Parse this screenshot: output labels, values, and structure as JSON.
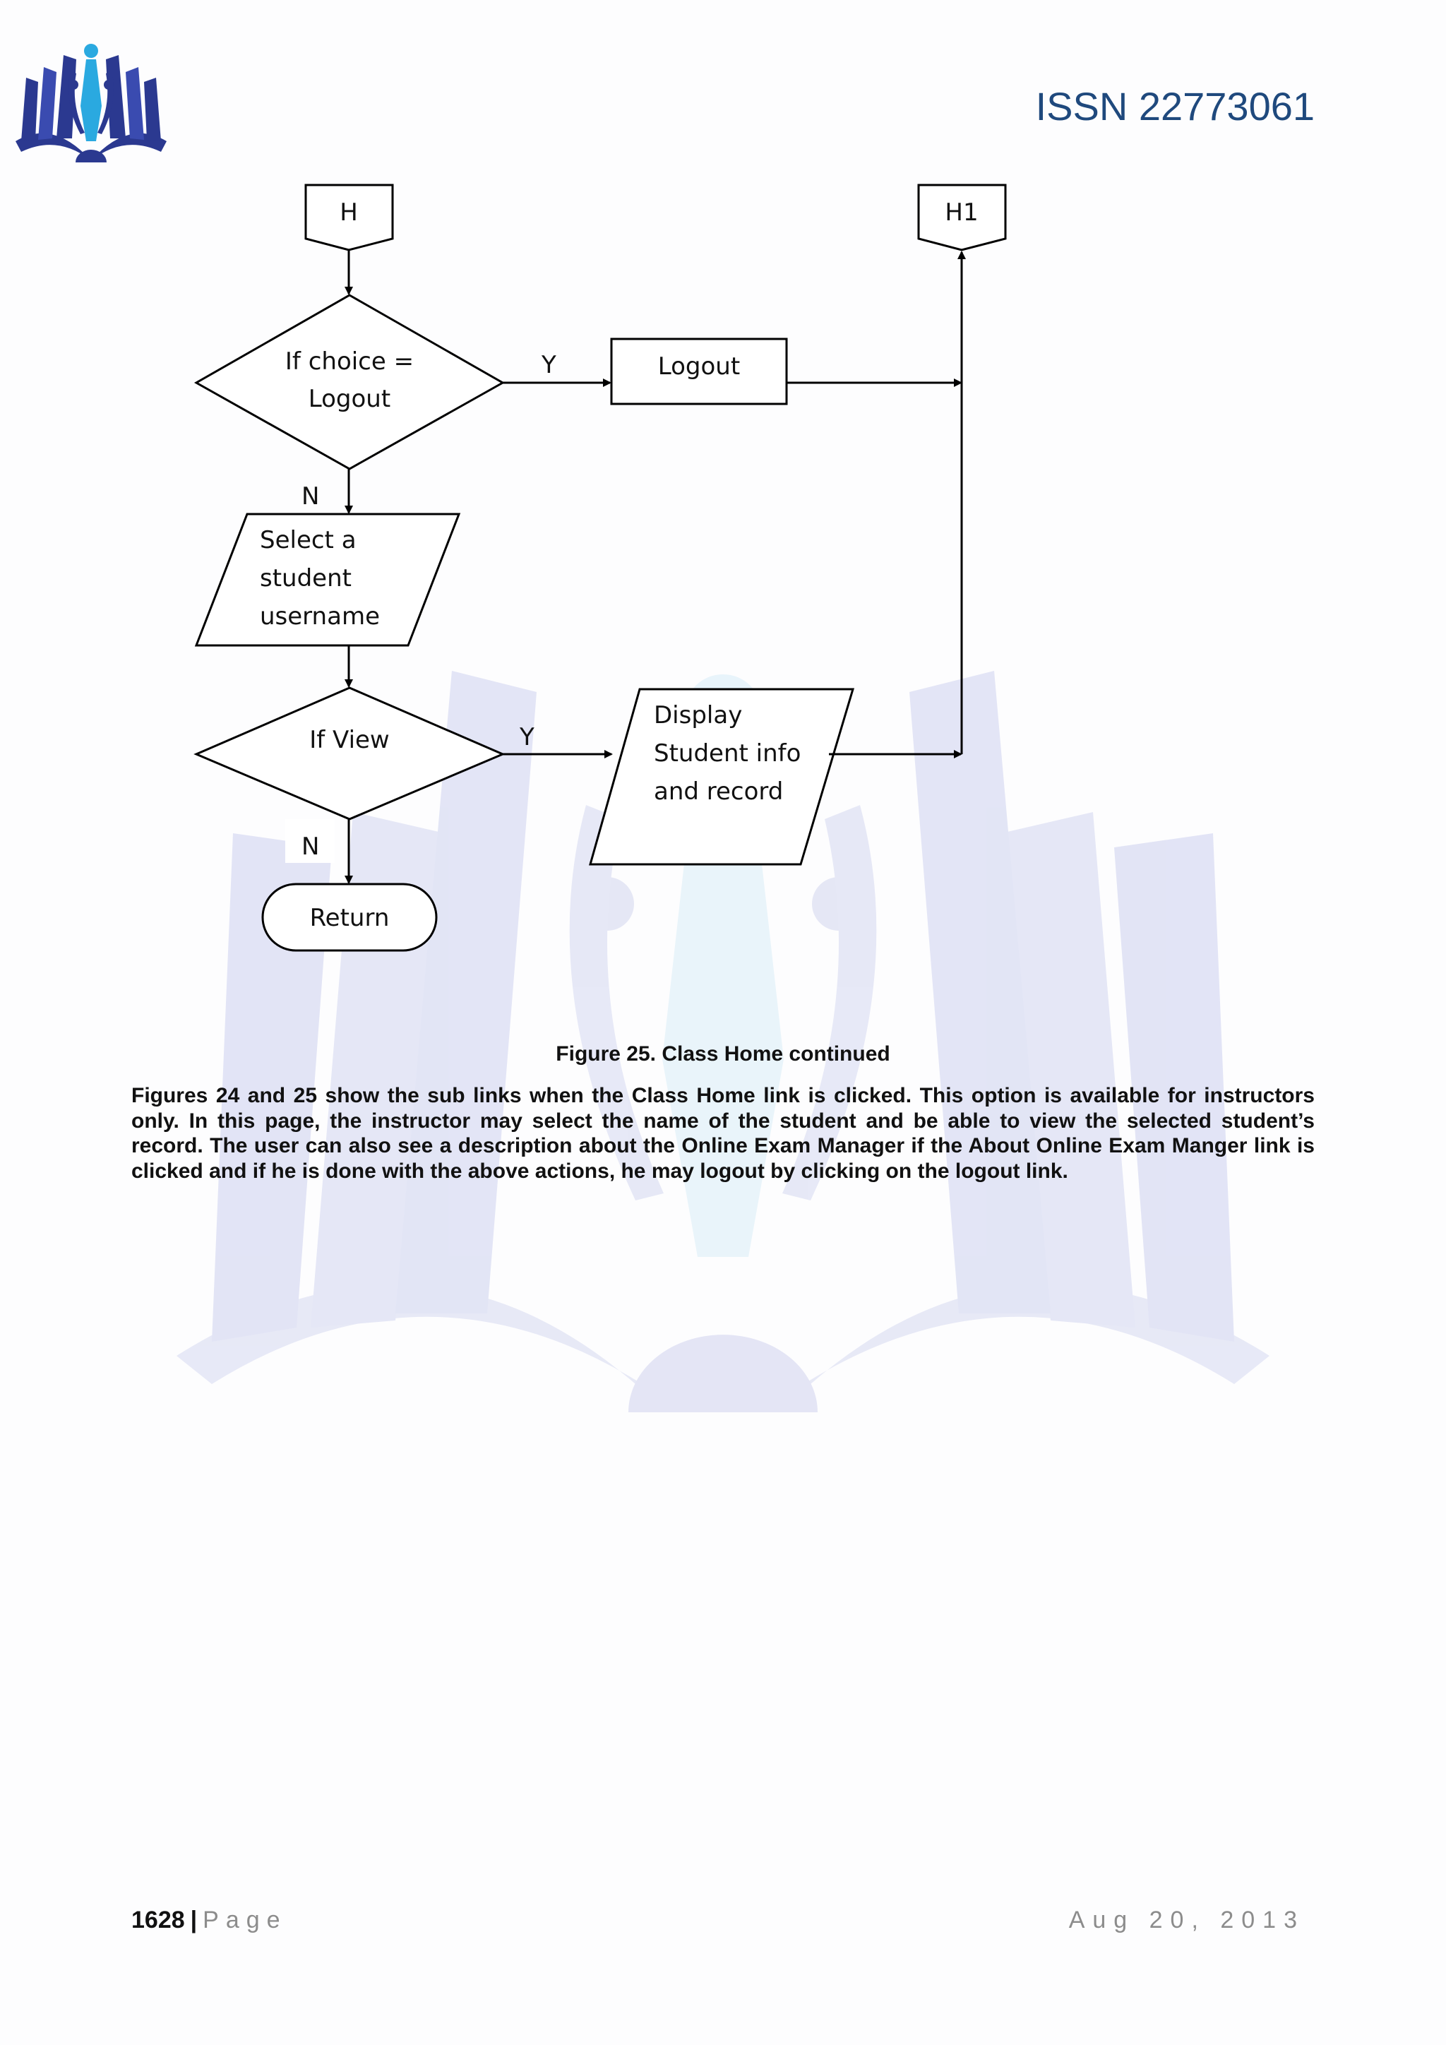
{
  "header": {
    "issn": "ISSN 22773061",
    "logo_icon": "open-book-with-figures-logo"
  },
  "flowchart": {
    "connector_top_left": "H",
    "connector_top_right": "H1",
    "decision_logout": [
      "If choice =",
      "Logout"
    ],
    "label_y1": "Y",
    "process_logout": "Logout",
    "label_n1": "N",
    "input_select": [
      "Select a",
      "student",
      "username"
    ],
    "decision_view": "If View",
    "label_y2": "Y",
    "output_display": [
      "Display",
      "Student info",
      "and record"
    ],
    "label_n2": "N",
    "terminal_return": "Return"
  },
  "caption": "Figure 25.  Class Home continued",
  "body_paragraph": "Figures 24 and 25 show the sub links when the Class Home link is clicked.  This option is available for instructors only.  In this page, the instructor may select the name of the student and be able to view the selected student’s record. The user can also see a description about the Online Exam Manager if the About Online Exam Manger link is clicked and if he is done with the above actions, he may logout by clicking on the logout link.",
  "footer": {
    "page_number": "1628",
    "separator": "|",
    "page_word": "Page",
    "date": "Aug 20, 2013"
  },
  "colors": {
    "issn_blue": "#1f497d",
    "watermark_blue": "#c9cdec",
    "watermark_cyan": "#cfeaf6"
  }
}
